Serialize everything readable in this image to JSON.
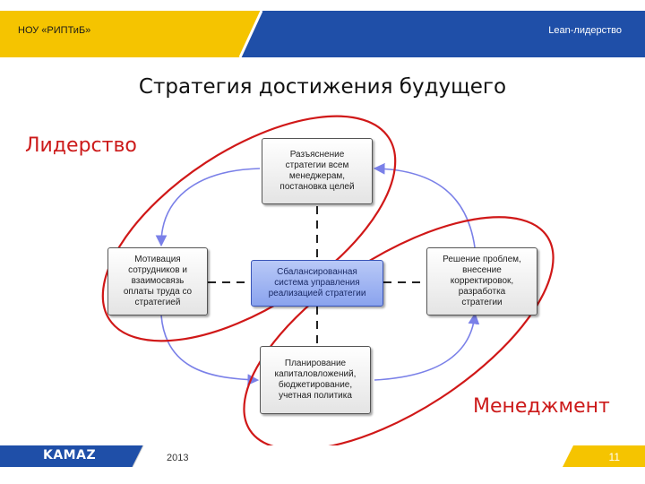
{
  "header": {
    "left_text": "НОУ «РИПТиБ»",
    "right_text": "Lean-лидерство",
    "accent_color": "#f5c400",
    "bar_color": "#1f4fa8"
  },
  "title": "Стратегия достижения будущего",
  "labels": {
    "leadership": "Лидерство",
    "management": "Менеджмент"
  },
  "diagram": {
    "center": "Сбалансированная\nсистема управления\nреализацией стратегии",
    "top": "Разъяснение\nстратегии всем\nменеджерам,\nпостановка целей",
    "left": "Мотивация\nсотрудников и\nвзаимосвязь\nоплаты труда со\nстратегией",
    "right": "Решение проблем,\nвнесение\nкорректировок,\nразработка\nстратегии",
    "bottom": "Планирование\nкапиталовложений,\nбюджетирование,\nучетная политика"
  },
  "footer": {
    "logo": "KAMAZ",
    "year": "2013",
    "page": "11"
  }
}
